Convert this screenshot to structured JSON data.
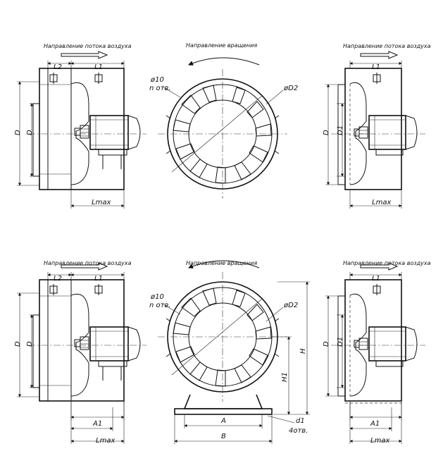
{
  "labels": {
    "airflow": "Направление потока воздуха",
    "rotation": "Направление вращения"
  },
  "dims": {
    "L1": "L1",
    "L2": "L2",
    "Lmax": "Lmax",
    "D": "D",
    "D1": "D1",
    "A1": "A1",
    "A": "A",
    "B": "B",
    "H": "H",
    "H1": "H1",
    "d1": "d1",
    "holes_n": "4отв.",
    "phi10": "ø10",
    "n_holes": "n отв.",
    "phiD2": "øD2"
  }
}
